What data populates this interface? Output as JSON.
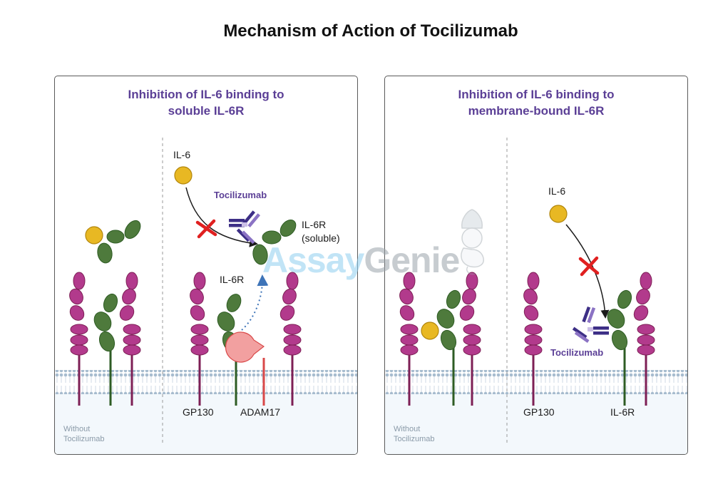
{
  "title": "Mechanism of Action of Tocilizumab",
  "colors": {
    "title_purple": "#5b3f96",
    "gp130": "#b23a8c",
    "il6r": "#4e7a3c",
    "il6": "#e8b823",
    "adam17": "#f2a0a0",
    "antibody": "#3d2f86",
    "inhibit_x": "#e02020",
    "membrane": "#9bb3c8"
  },
  "left_panel": {
    "heading_line1": "Inhibition of IL-6 binding to",
    "heading_line2": "soluble IL-6R",
    "il6_label": "IL-6",
    "drug_label": "Tocilizumab",
    "soluble_line1": "IL-6R",
    "soluble_line2": "(soluble)",
    "il6r_label": "IL-6R",
    "gp130_label": "GP130",
    "adam17_label": "ADAM17",
    "note": "Without\nTocilizumab"
  },
  "right_panel": {
    "heading_line1": "Inhibition of IL-6 binding to",
    "heading_line2": "membrane-bound IL-6R",
    "il6_label": "IL-6",
    "drug_label": "Tocilizumab",
    "gp130_label": "GP130",
    "il6r_label": "IL-6R",
    "note": "Without\nTocilizumab"
  },
  "watermark": {
    "part1": "Assay",
    "part2": "Genie"
  }
}
